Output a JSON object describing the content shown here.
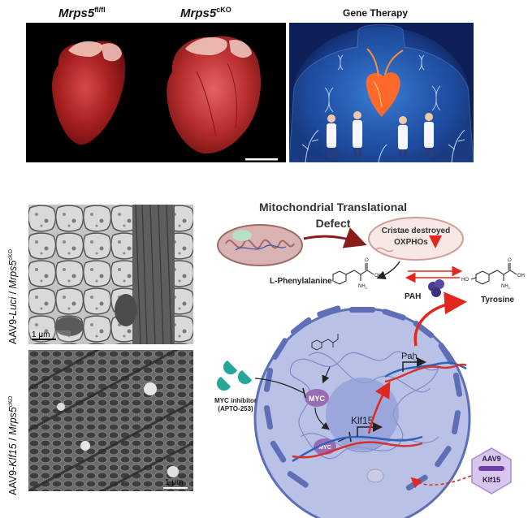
{
  "top": {
    "left_label": {
      "gene": "Mrps5",
      "sup": "fl/fl"
    },
    "middle_label": {
      "gene": "Mrps5",
      "sup": "cKO"
    },
    "right_label": "Gene Therapy"
  },
  "em": {
    "top_label": {
      "prefix": "AAV9-",
      "vector": "Luci",
      "sep": " / ",
      "gene": "Mrps5",
      "sup": "cKO"
    },
    "bottom_label": {
      "prefix": "AAV9-",
      "vector": "Klf15",
      "sep": " / ",
      "gene": "Mrps5",
      "sup": "cKO"
    },
    "scale_top": "1 μm",
    "scale_bottom": "1 μm"
  },
  "diagram": {
    "title_line1": "Mitochondrial Translational",
    "title_line2": "Defect",
    "cristae_line1": "Cristae destroyed",
    "cristae_line2": "OXPHOs",
    "phe": "L-Phenylalanine",
    "nh2": "NH",
    "oh": "OH",
    "o": "O",
    "ho": "HO",
    "pah_enzyme": "PAH",
    "tyrosine": "Tyrosine",
    "pah_gene": "Pah",
    "klf15_gene": "Klf15",
    "myc": "MYC",
    "inhibitor_line1": "MYC inhibitor",
    "inhibitor_line2": "(APTO-253)",
    "aav9": "AAV9",
    "klf15_vec": "Klf15",
    "colors": {
      "nucleus": "#b9c2e6",
      "nucleus_border": "#5e6fb8",
      "myc": "#9a6cb3",
      "red_arrow": "#e3261e"
    }
  }
}
